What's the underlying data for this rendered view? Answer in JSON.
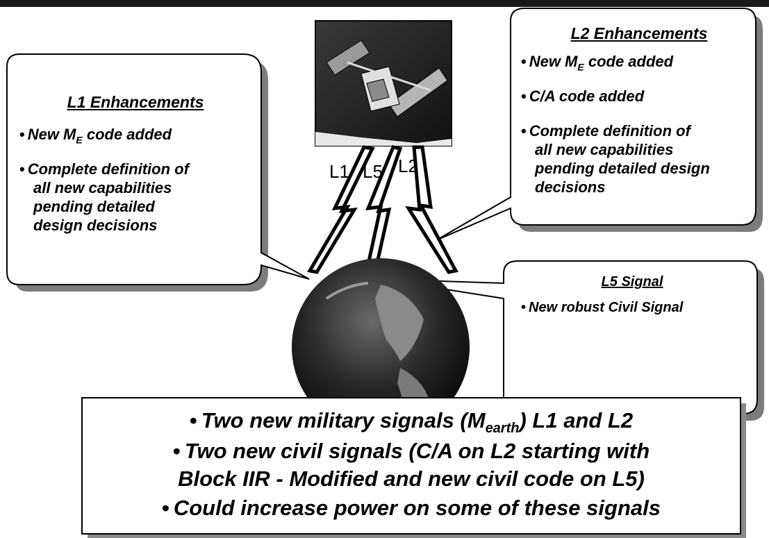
{
  "l1": {
    "title": "L1 Enhancements",
    "bullets": [
      {
        "pre": "New M",
        "sub": "E",
        "post": " code added"
      },
      {
        "text": "Complete definition of"
      },
      {
        "text": "all new capabilities"
      },
      {
        "text": "pending detailed"
      },
      {
        "text": "design decisions"
      }
    ]
  },
  "l2": {
    "title": "L2 Enhancements",
    "bullets": [
      {
        "pre": "New M",
        "sub": "E",
        "post": " code added"
      },
      {
        "text": "C/A code added"
      },
      {
        "text": "Complete definition of"
      },
      {
        "text": "all new capabilities"
      },
      {
        "text": "pending detailed design"
      },
      {
        "text": "decisions"
      }
    ]
  },
  "l5": {
    "title": "L5 Signal",
    "bullet": "New robust Civil Signal"
  },
  "signals": {
    "l1": "L1",
    "l5": "L5",
    "l2": "L2"
  },
  "bottom": {
    "line1_pre": "Two new military signals (M",
    "line1_sub": "earth",
    "line1_post": ") L1 and L2",
    "line2": "Two new civil signals (C/A on L2 starting with",
    "line3": "Block IIR - Modified and new civil code on L5)",
    "line4": "Could increase power on some of these signals"
  },
  "colors": {
    "ink": "#000000",
    "box_shadow": "#8a8a8a",
    "globe": "#1b1b1b",
    "land": "#6e6e6e"
  }
}
